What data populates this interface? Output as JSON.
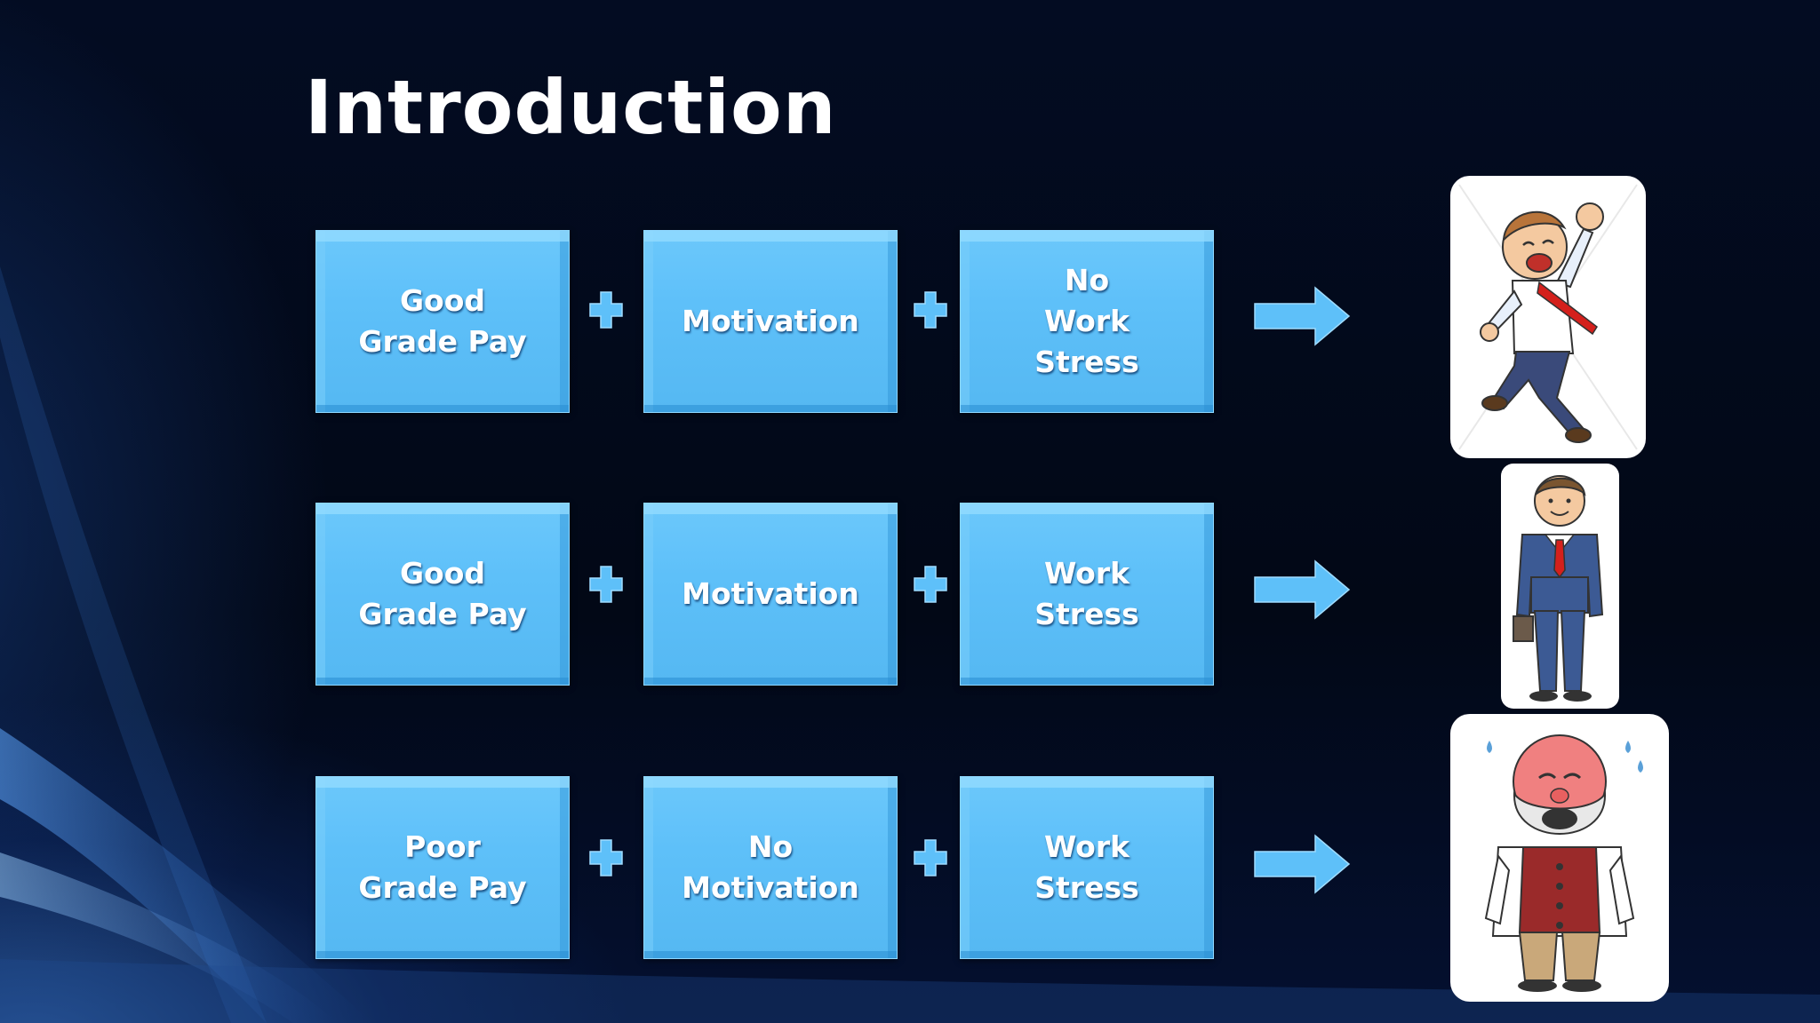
{
  "slide": {
    "title": "Introduction"
  },
  "rows": [
    {
      "boxes": [
        {
          "lines": [
            "Good",
            "Grade Pay"
          ]
        },
        {
          "lines": [
            "Motivation"
          ]
        },
        {
          "lines": [
            "No",
            "Work",
            "Stress"
          ]
        }
      ],
      "operators": [
        "+",
        "+"
      ],
      "result_icon": "happy-jumping-man-icon"
    },
    {
      "boxes": [
        {
          "lines": [
            "Good",
            "Grade Pay"
          ]
        },
        {
          "lines": [
            "Motivation"
          ]
        },
        {
          "lines": [
            "Work",
            "Stress"
          ]
        }
      ],
      "operators": [
        "+",
        "+"
      ],
      "result_icon": "businessman-icon"
    },
    {
      "boxes": [
        {
          "lines": [
            "Poor",
            "Grade Pay"
          ]
        },
        {
          "lines": [
            "No",
            "Motivation"
          ]
        },
        {
          "lines": [
            "Work",
            "Stress"
          ]
        }
      ],
      "operators": [
        "+",
        "+"
      ],
      "result_icon": "stressed-crying-man-icon"
    }
  ],
  "colors": {
    "background": "#030b1e",
    "box_fill": "#5ec0f9",
    "title_text": "#ffffff",
    "box_text": "#ffffff"
  }
}
